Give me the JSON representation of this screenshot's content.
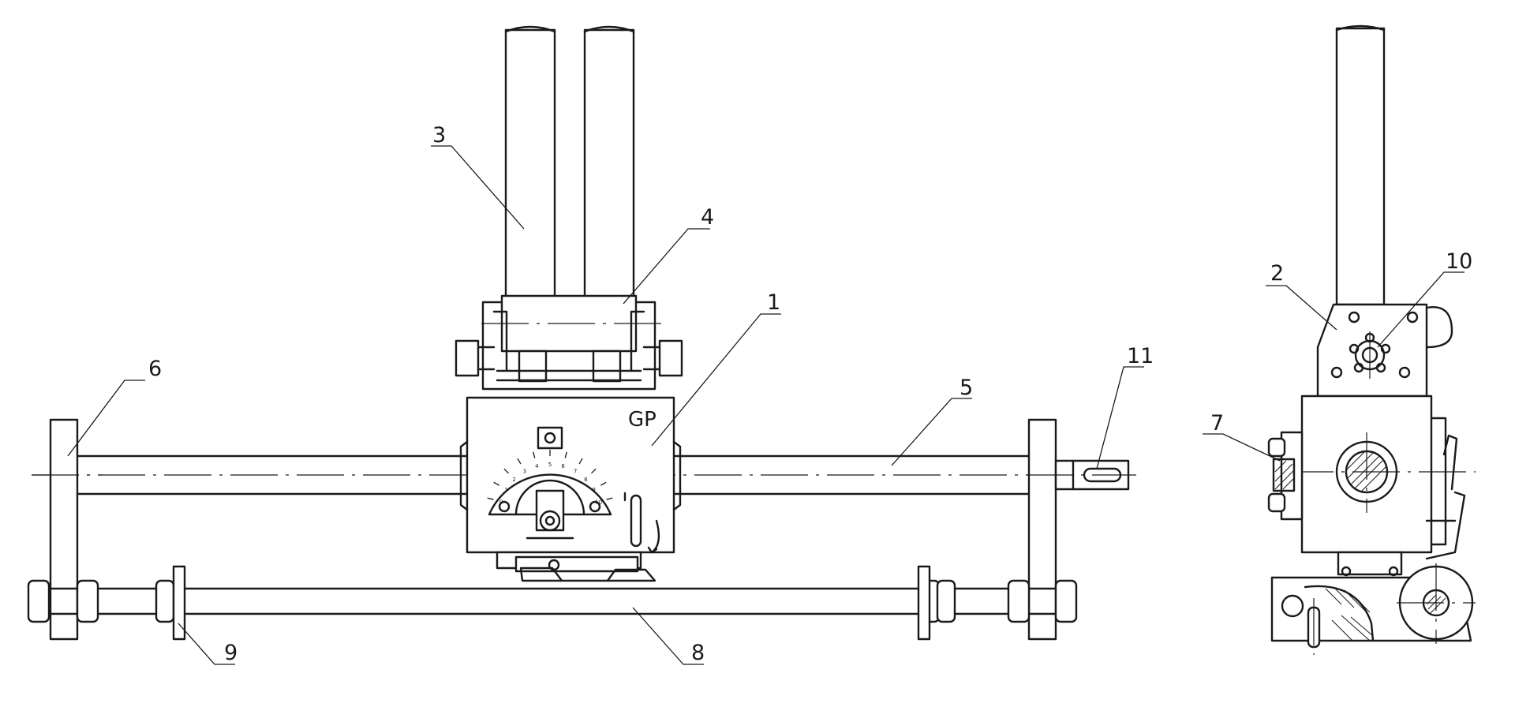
{
  "drawing": {
    "body_marking": "GP",
    "dial_scale": [
      "0",
      "1",
      "2",
      "3",
      "4",
      "5",
      "6",
      "7",
      "8",
      "9",
      "10"
    ]
  },
  "callouts": [
    {
      "id": "c1",
      "label": "1"
    },
    {
      "id": "c2",
      "label": "2"
    },
    {
      "id": "c3",
      "label": "3"
    },
    {
      "id": "c4",
      "label": "4"
    },
    {
      "id": "c5",
      "label": "5"
    },
    {
      "id": "c6",
      "label": "6"
    },
    {
      "id": "c7",
      "label": "7"
    },
    {
      "id": "c8",
      "label": "8"
    },
    {
      "id": "c9",
      "label": "9"
    },
    {
      "id": "c10",
      "label": "10"
    },
    {
      "id": "c11",
      "label": "11"
    }
  ]
}
